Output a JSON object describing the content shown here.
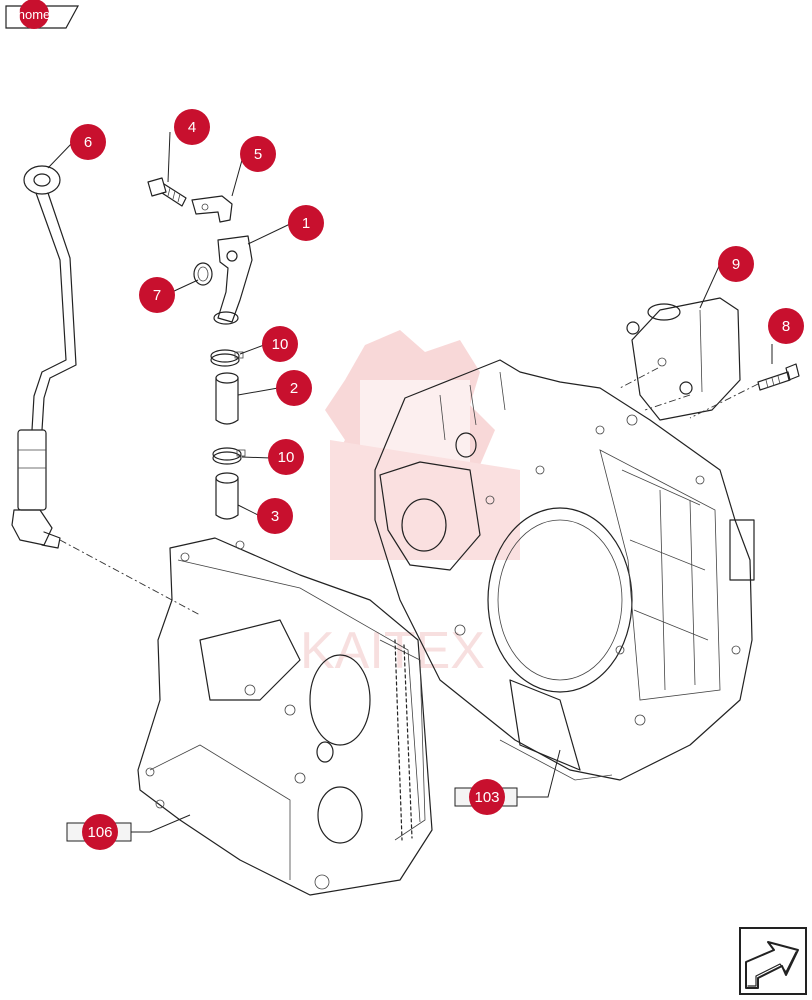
{
  "home_button": {
    "label": "home"
  },
  "watermark": {
    "text": "KAITEX"
  },
  "accent_color": "#c8102e",
  "callouts": [
    {
      "id": "callout-6",
      "label": "6"
    },
    {
      "id": "callout-4",
      "label": "4"
    },
    {
      "id": "callout-5",
      "label": "5"
    },
    {
      "id": "callout-1",
      "label": "1"
    },
    {
      "id": "callout-7",
      "label": "7"
    },
    {
      "id": "callout-10a",
      "label": "10"
    },
    {
      "id": "callout-2",
      "label": "2"
    },
    {
      "id": "callout-10b",
      "label": "10"
    },
    {
      "id": "callout-3",
      "label": "3"
    },
    {
      "id": "callout-9",
      "label": "9"
    },
    {
      "id": "callout-8",
      "label": "8"
    },
    {
      "id": "callout-103",
      "label": "103"
    },
    {
      "id": "callout-106",
      "label": "106"
    }
  ],
  "nav": {
    "next_page_icon": "arrow-next-page-icon"
  }
}
